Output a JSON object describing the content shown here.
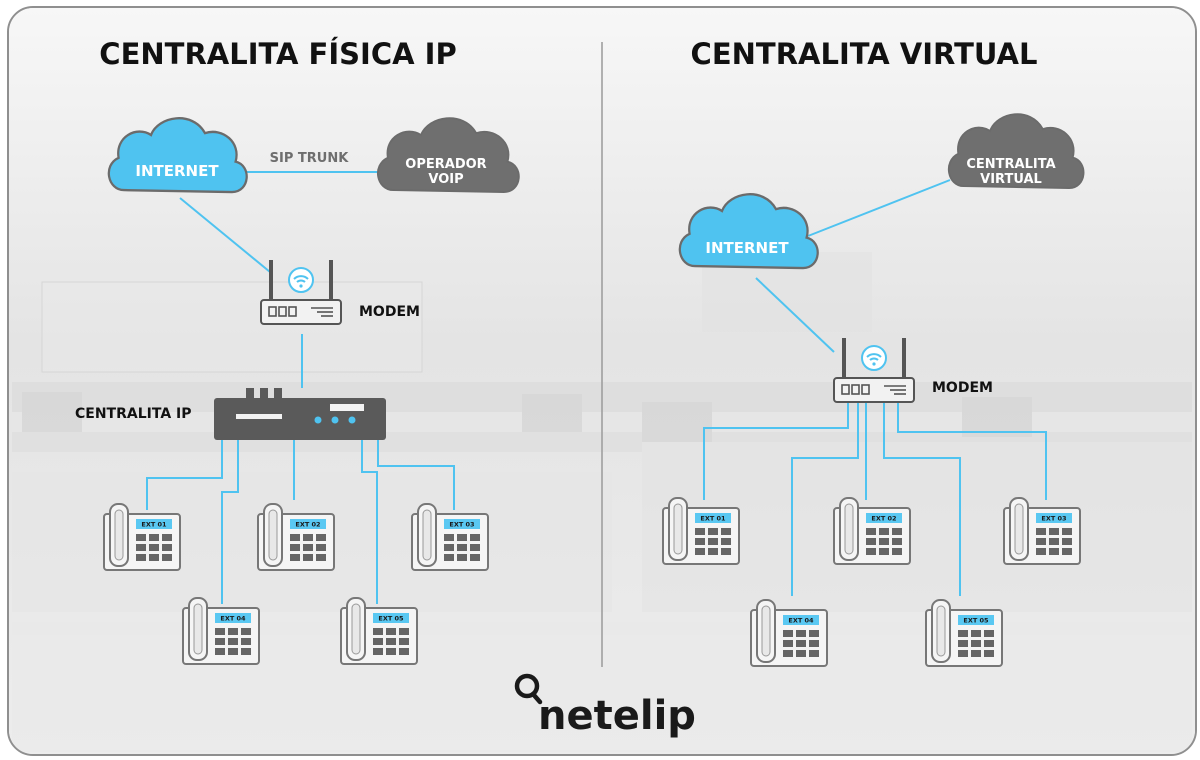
{
  "left": {
    "title": "CENTRALITA FÍSICA IP",
    "internet_label": "INTERNET",
    "sip_trunk_label": "SIP TRUNK",
    "operator_label_line1": "OPERADOR",
    "operator_label_line2": "VOIP",
    "modem_label": "MODEM",
    "pbx_label": "CENTRALITA IP",
    "phones": [
      "EXT 01",
      "EXT 02",
      "EXT 03",
      "EXT 04",
      "EXT 05"
    ]
  },
  "right": {
    "title": "CENTRALITA VIRTUAL",
    "internet_label": "INTERNET",
    "virtual_label_line1": "CENTRALITA",
    "virtual_label_line2": "VIRTUAL",
    "modem_label": "MODEM",
    "phones": [
      "EXT 01",
      "EXT 02",
      "EXT 03",
      "EXT 04",
      "EXT 05"
    ]
  },
  "brand": {
    "name": "netelip"
  },
  "colors": {
    "cloud_blue": "#4fc3f0",
    "cloud_gray": "#6f6f6f",
    "wire": "#4fc3f0",
    "device_gray": "#6d6d6d",
    "pbx_dark": "#5a5a5a"
  },
  "icons": [
    "cloud-icon",
    "modem-icon",
    "wifi-icon",
    "pbx-icon",
    "desk-phone-icon",
    "netelip-logo-icon"
  ]
}
